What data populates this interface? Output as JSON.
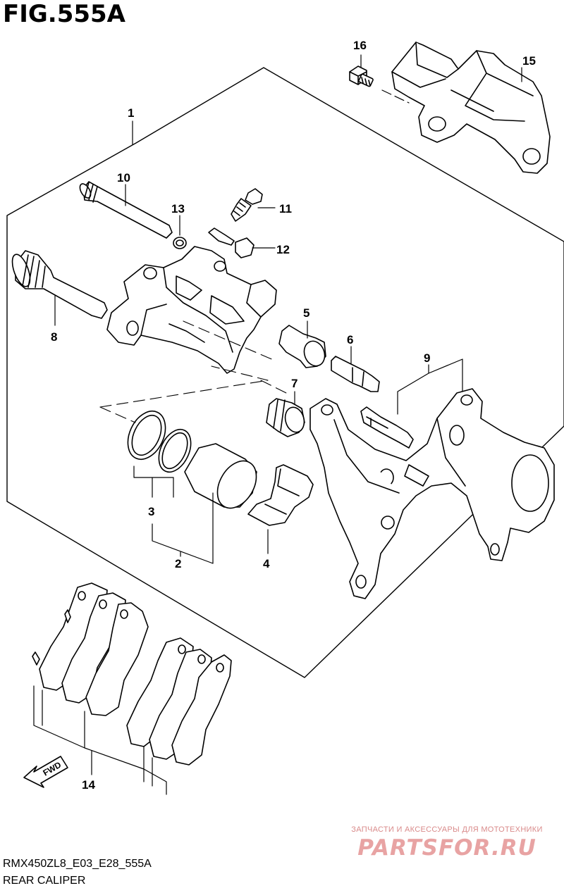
{
  "figure": {
    "title": "FIG.555A",
    "code": "RMX450ZL8_E03_E28_555A",
    "caption": "REAR CALIPER"
  },
  "watermark": {
    "subtitle": "ЗАПЧАСТИ И АКСЕССУАРЫ ДЛЯ МОТОТЕХНИКИ",
    "logo": "PARTSFOR.RU"
  },
  "direction_label": "FWD",
  "callouts": [
    {
      "id": "1",
      "label": "1"
    },
    {
      "id": "2",
      "label": "2"
    },
    {
      "id": "3",
      "label": "3"
    },
    {
      "id": "4",
      "label": "4"
    },
    {
      "id": "5",
      "label": "5"
    },
    {
      "id": "6",
      "label": "6"
    },
    {
      "id": "7",
      "label": "7"
    },
    {
      "id": "8",
      "label": "8"
    },
    {
      "id": "9",
      "label": "9"
    },
    {
      "id": "10",
      "label": "10"
    },
    {
      "id": "11",
      "label": "11"
    },
    {
      "id": "12",
      "label": "12"
    },
    {
      "id": "13",
      "label": "13"
    },
    {
      "id": "14",
      "label": "14"
    },
    {
      "id": "15",
      "label": "15"
    },
    {
      "id": "16",
      "label": "16"
    }
  ]
}
